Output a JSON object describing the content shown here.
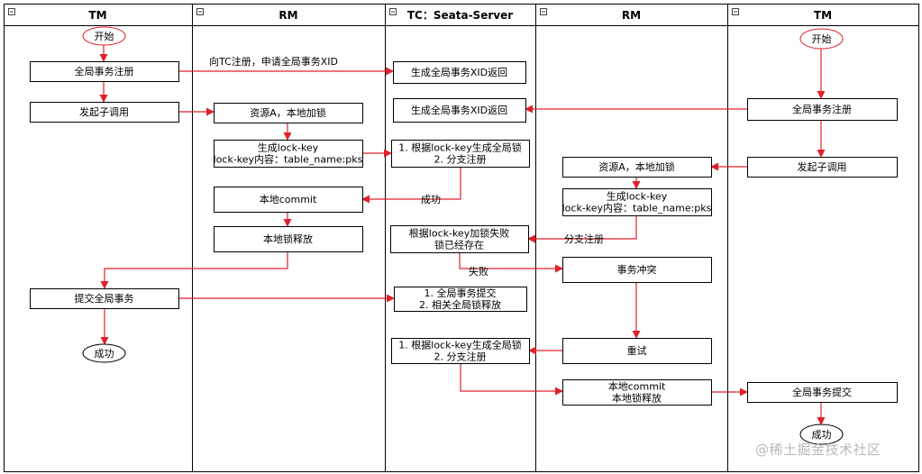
{
  "lanes": [
    {
      "id": "tm1",
      "title": "TM"
    },
    {
      "id": "rm1",
      "title": "RM"
    },
    {
      "id": "tc",
      "title": "TC：Seata-Server"
    },
    {
      "id": "rm2",
      "title": "RM"
    },
    {
      "id": "tm2",
      "title": "TM"
    }
  ],
  "nodes": {
    "start1": {
      "text": [
        "开始"
      ]
    },
    "tm1_register": {
      "text": [
        "全局事务注册"
      ]
    },
    "tm1_invoke": {
      "text": [
        "发起子调用"
      ]
    },
    "tm1_commit": {
      "text": [
        "提交全局事务"
      ]
    },
    "end1": {
      "text": [
        "成功"
      ]
    },
    "rm1_lock": {
      "text": [
        "资源A，本地加锁"
      ]
    },
    "rm1_lockkey": {
      "text": [
        "生成lock-key",
        "lock-key内容：table_name:pks"
      ]
    },
    "rm1_commit": {
      "text": [
        "本地commit"
      ]
    },
    "rm1_release": {
      "text": [
        "本地锁释放"
      ]
    },
    "tc_xid1": {
      "text": [
        "生成全局事务XID返回"
      ]
    },
    "tc_xid2": {
      "text": [
        "生成全局事务XID返回"
      ]
    },
    "tc_branch1": {
      "text": [
        "1. 根据lock-key生成全局锁",
        "2. 分支注册"
      ]
    },
    "tc_fail": {
      "text": [
        "根据lock-key加锁失败",
        "锁已经存在"
      ]
    },
    "tc_globalcommit": {
      "text": [
        "1. 全局事务提交",
        "2. 相关全局锁释放"
      ]
    },
    "tc_branch2": {
      "text": [
        "1. 根据lock-key生成全局锁",
        "2. 分支注册"
      ]
    },
    "rm2_lock": {
      "text": [
        "资源A，本地加锁"
      ]
    },
    "rm2_lockkey": {
      "text": [
        "生成lock-key",
        "lock-key内容：table_name:pks"
      ]
    },
    "rm2_conflict": {
      "text": [
        "事务冲突"
      ]
    },
    "rm2_retry": {
      "text": [
        "重试"
      ]
    },
    "rm2_commit": {
      "text": [
        "本地commit",
        "本地锁释放"
      ]
    },
    "start2": {
      "text": [
        "开始"
      ]
    },
    "tm2_register": {
      "text": [
        "全局事务注册"
      ]
    },
    "tm2_invoke": {
      "text": [
        "发起子调用"
      ]
    },
    "tm2_commit": {
      "text": [
        "全局事务提交"
      ]
    },
    "end2": {
      "text": [
        "成功"
      ]
    }
  },
  "edge_labels": {
    "register_xid": "向TC注册，申请全局事务XID",
    "success": "成功",
    "branch_register": "分支注册",
    "fail": "失败"
  },
  "watermark": "@稀土掘金技术社区",
  "colors": {
    "arrow": "#e0202a",
    "stroke": "#000000",
    "fill": "#ffffff",
    "header_text": "#000000"
  }
}
